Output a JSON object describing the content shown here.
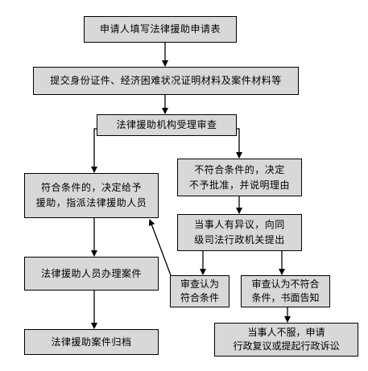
{
  "nodes": {
    "apply": "申请人填写法律援助申请表",
    "submit": "提交身份证件、经济困难状况证明材料及案件材料等",
    "review": "法律援助机构受理审查",
    "eligible_1": "符合条件的，决定给予",
    "eligible_2": "援助，指派法律援助人员",
    "ineligible_1": "不符合条件的，决定",
    "ineligible_2": "不予批准，并说明理由",
    "objection_1": "当事人有异议，向同",
    "objection_2": "级司法行政机关提出",
    "handle_case": "法律援助人员办理案件",
    "review_ok_1": "审查认为",
    "review_ok_2": "符合条件",
    "review_no_1": "审查认为不符合",
    "review_no_2": "条件，书面告知",
    "archive": "法律援助案件归档",
    "appeal_1": "当事人不服，申请",
    "appeal_2": "行政复议或提起行政诉讼"
  }
}
